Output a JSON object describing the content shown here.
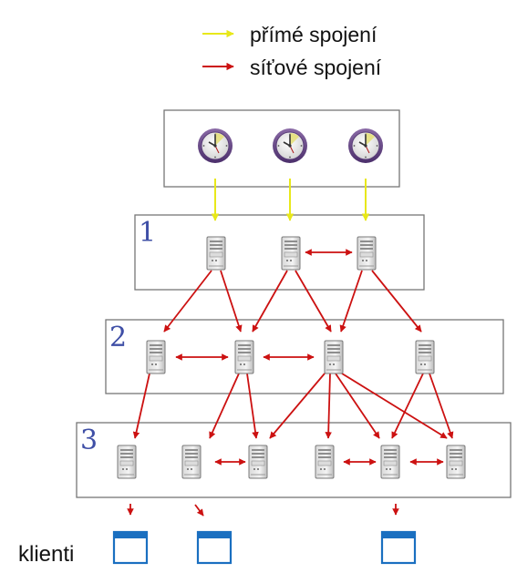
{
  "legend": {
    "direct_label": "přímé spojení",
    "network_label": "síťové spojení",
    "direct_color": "#e8e81a",
    "network_color": "#cc1111"
  },
  "tiers": {
    "tier1_label": "1",
    "tier2_label": "2",
    "tier3_label": "3"
  },
  "clients_label": "klienti",
  "icons": {
    "reference_clock": "clock-icon",
    "server": "server-icon",
    "client": "window-icon"
  },
  "colors": {
    "box_border": "#777777",
    "client_blue": "#1a6fc0",
    "tier_number": "#3f4fa6"
  }
}
